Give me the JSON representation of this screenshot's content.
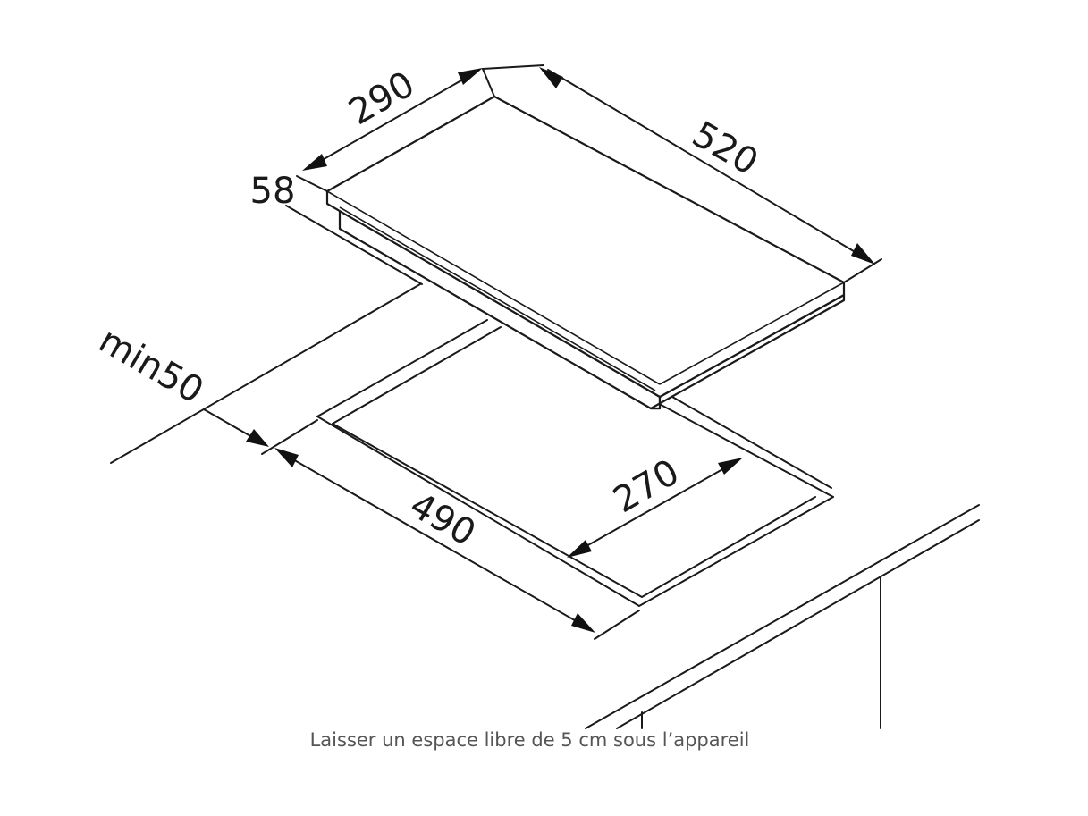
{
  "dimensions": {
    "width": "290",
    "length": "520",
    "height": "58",
    "clearance": "min50",
    "cutout_length": "490",
    "cutout_width": "270"
  },
  "caption": "Laisser un espace libre de 5 cm sous l’appareil",
  "colors": {
    "line": "#1a1a1a",
    "caption": "#555555",
    "background": "#ffffff"
  }
}
